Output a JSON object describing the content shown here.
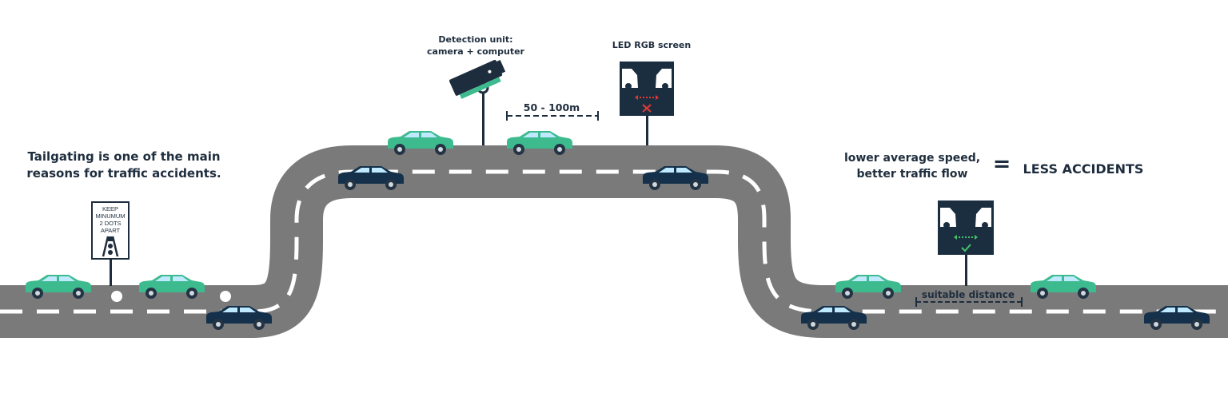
{
  "intro": {
    "line1": "Tailgating is one of the main",
    "line2": "reasons for traffic accidents."
  },
  "sign": {
    "lines": [
      "KEEP",
      "MINUMUM",
      "2 DOTS",
      "APART"
    ]
  },
  "detection": {
    "line1": "Detection unit:",
    "line2": "camera + computer"
  },
  "led_screen": {
    "label": "LED RGB screen"
  },
  "distance_range": "50 - 100m",
  "suitable_distance": "suitable distance",
  "outcome": {
    "line1": "lower average speed,",
    "line2": "better traffic flow",
    "equals": "=",
    "result": "LESS ACCIDENTS"
  },
  "colors": {
    "road": "#7a7a7a",
    "lane_marking": "#ffffff",
    "car_green": "#3dbb8f",
    "car_navy": "#14304a",
    "text": "#1e2d3d",
    "screen_bg": "#1b2e3f",
    "warning_red": "#e53935",
    "ok_green": "#43c36b"
  },
  "icons": [
    "camera-icon",
    "led-screen-warning-icon",
    "led-screen-ok-icon",
    "keep-distance-sign-icon",
    "car-icon"
  ]
}
